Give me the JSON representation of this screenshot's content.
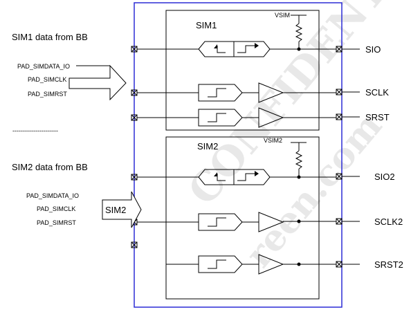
{
  "left": {
    "sim1_header": "SIM1 data from BB",
    "sim1_signals": [
      "PAD_SIMDATA_IO",
      "PAD_SIMCLK",
      "PAD_SIMRST"
    ],
    "separator": "----------------------",
    "sim2_header": "SIM2 data from BB",
    "sim2_signals": [
      "PAD_SIMDATA_IO",
      "PAD_SIMCLK",
      "PAD_SIMRST"
    ],
    "sim2_arrow_label": "SIM2"
  },
  "blocks": {
    "sim1": {
      "title": "SIM1",
      "supply": "VSIM"
    },
    "sim2": {
      "title": "SIM2",
      "supply": "VSIM2"
    }
  },
  "outputs": {
    "sim1": [
      "SIO",
      "SCLK",
      "SRST"
    ],
    "sim2": [
      "SIO2",
      "SCLK2",
      "SRST2"
    ]
  },
  "watermark": {
    "line1": "CONFIDENTIAL",
    "line2": "reen.com"
  },
  "colors": {
    "outer_border": "#2b2bd6",
    "lines": "#000000"
  }
}
